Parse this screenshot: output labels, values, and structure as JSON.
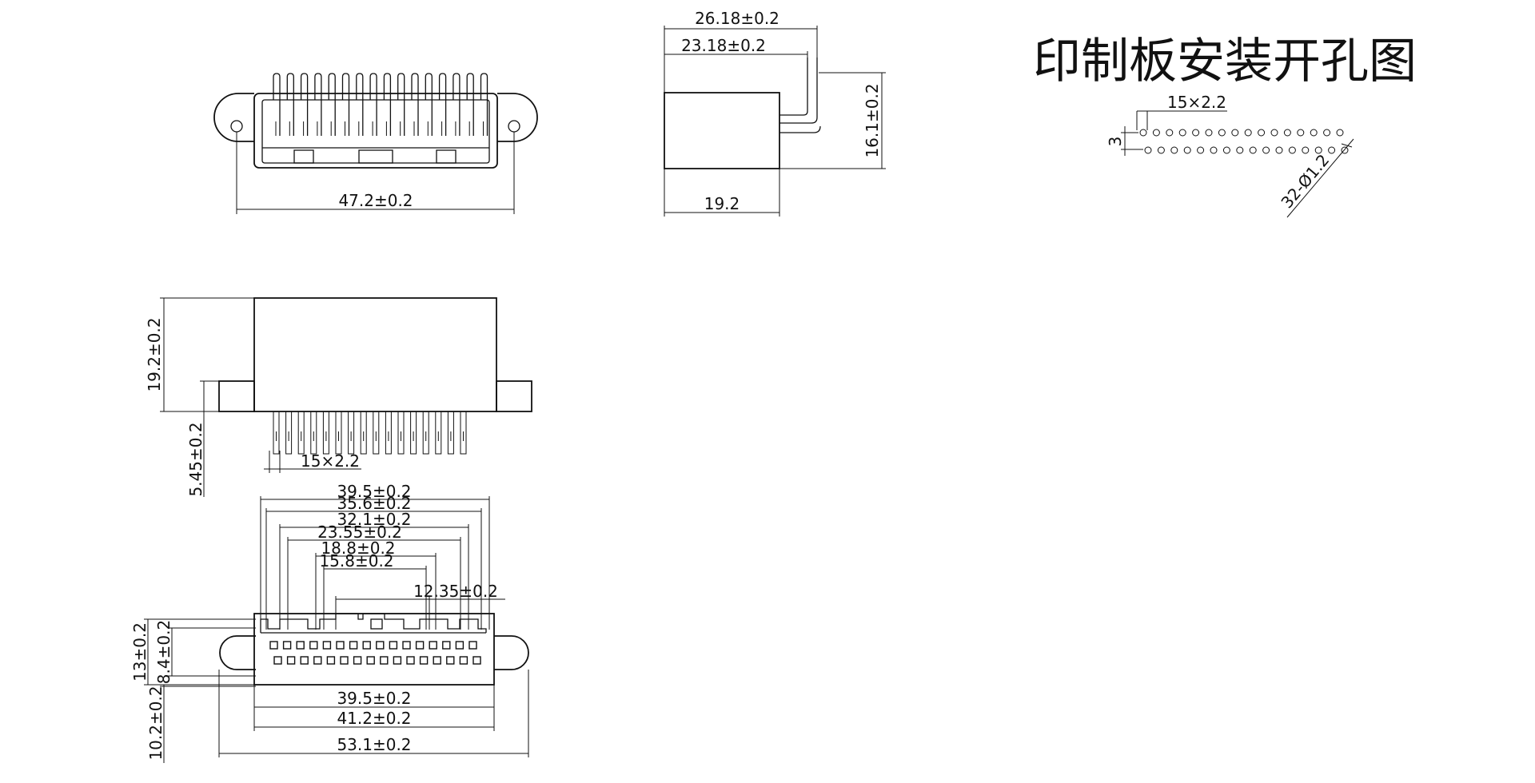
{
  "title": "印制板安装开孔图",
  "top_front": {
    "width": "47.2±0.2"
  },
  "top_side": {
    "top_outer": "26.18±0.2",
    "top_inner": "23.18±0.2",
    "height": "16.1±0.2",
    "depth": "19.2"
  },
  "pcb_pattern": {
    "pitch": "15×2.2",
    "row_spacing": "3",
    "holes": "32-Ø1.2",
    "holes_per_row": 16
  },
  "bottom_side": {
    "height": "19.2±0.2",
    "pin_length": "5.45±0.2",
    "pitch": "15×2.2",
    "pin_count": 16
  },
  "face_view": {
    "dims_top": [
      "39.5±0.2",
      "35.6±0.2",
      "32.1±0.2",
      "23.55±0.2",
      "18.8±0.2",
      "15.8±0.2",
      "12.35±0.2"
    ],
    "dims_left": [
      "13±0.2",
      "8.4±0.2",
      "10.2±0.2"
    ],
    "dims_bottom": [
      "39.5±0.2",
      "41.2±0.2",
      "53.1±0.2"
    ],
    "contacts_per_row": 16
  }
}
